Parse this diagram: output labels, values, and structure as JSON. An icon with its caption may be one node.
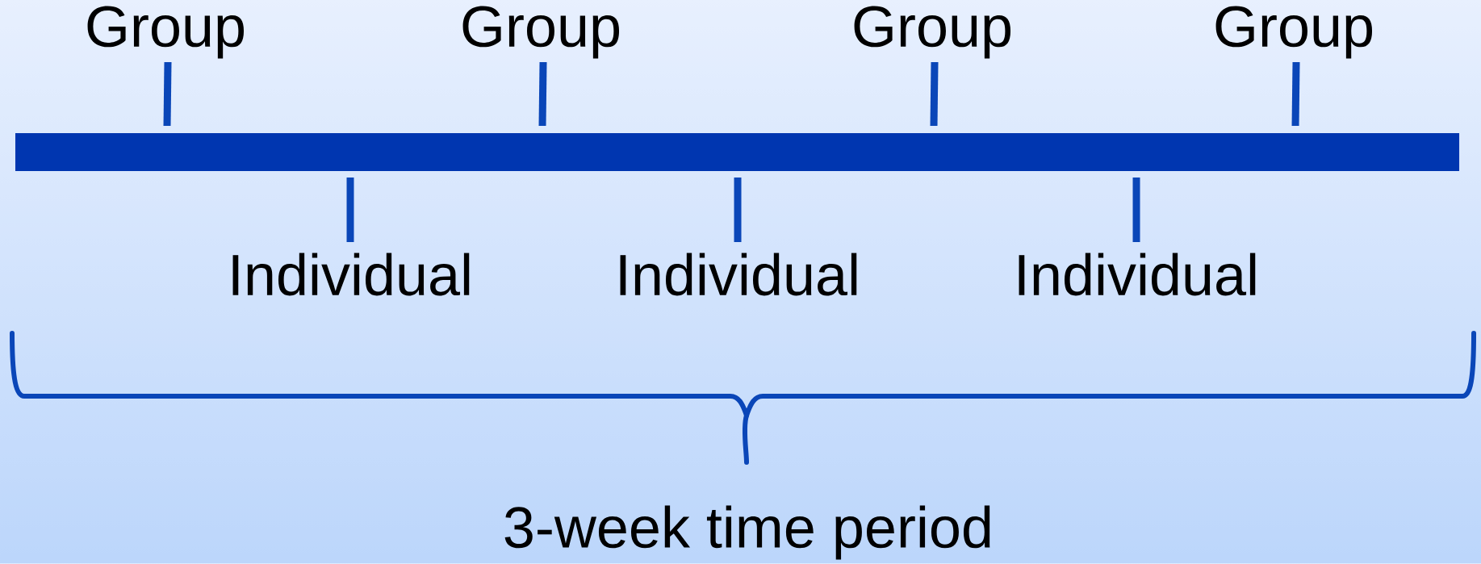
{
  "diagram": {
    "labels": [
      "Group",
      "Group",
      "Group",
      "Group",
      "Individual",
      "Individual",
      "Individual",
      "3-week time period"
    ]
  }
}
